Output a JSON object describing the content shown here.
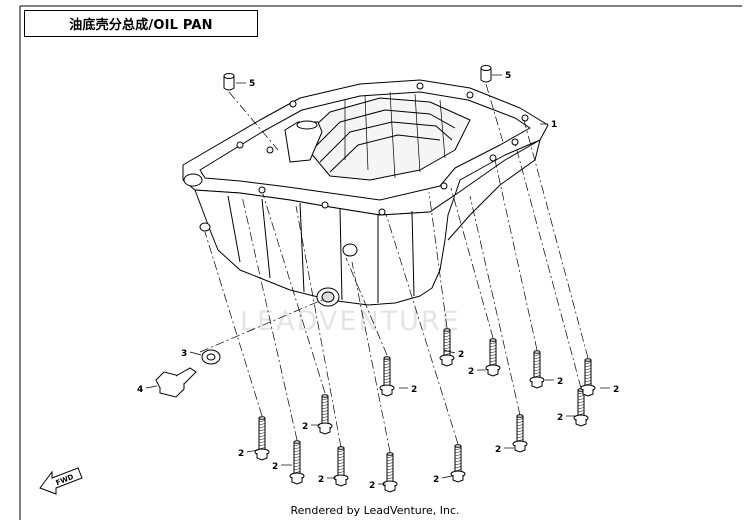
{
  "diagram": {
    "title": "油底壳分总成/OIL PAN",
    "footer": "Rendered by LeadVenture, Inc.",
    "watermark": "LEADVENTURE",
    "fwd_label": "FWD"
  },
  "callouts": {
    "c1": "1",
    "c2": "2",
    "c3": "3",
    "c4": "4",
    "c5": "5"
  }
}
